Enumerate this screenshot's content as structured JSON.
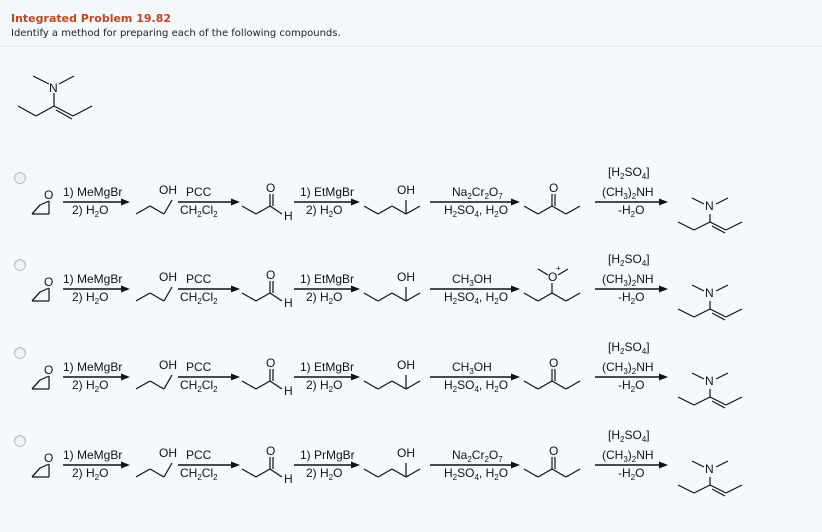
{
  "header": {
    "title": "Integrated Problem 19.82",
    "prompt": "Identify a method for preparing each of the following compounds."
  },
  "atoms": {
    "N": "N",
    "O": "O",
    "H": "H",
    "OH": "OH",
    "plus": "+"
  },
  "options": [
    {
      "step1": [
        "1) MeMgBr",
        "2) H2O"
      ],
      "step2": [
        "PCC",
        "CH2Cl2"
      ],
      "step3": [
        "1) EtMgBr",
        "2) H2O"
      ],
      "step4": [
        "Na2Cr2O7",
        "H2SO4, H2O"
      ],
      "step5": [
        "[H2SO4]",
        "(CH3)2NH",
        "-H2O"
      ],
      "intermediate": "ketone"
    },
    {
      "step1": [
        "1) MeMgBr",
        "2) H2O"
      ],
      "step2": [
        "PCC",
        "CH2Cl2"
      ],
      "step3": [
        "1) EtMgBr",
        "2) H2O"
      ],
      "step4": [
        "CH3OH",
        "H2SO4, H2O"
      ],
      "step5": [
        "[H2SO4]",
        "(CH3)2NH",
        "-H2O"
      ],
      "intermediate": "oxonium"
    },
    {
      "step1": [
        "1) MeMgBr",
        "2) H2O"
      ],
      "step2": [
        "PCC",
        "CH2Cl2"
      ],
      "step3": [
        "1) EtMgBr",
        "2) H2O"
      ],
      "step4": [
        "CH3OH",
        "H2SO4, H2O"
      ],
      "step5": [
        "[H2SO4]",
        "(CH3)2NH",
        "-H2O"
      ],
      "intermediate": "ketone"
    },
    {
      "step1": [
        "1) MeMgBr",
        "2) H2O"
      ],
      "step2": [
        "PCC",
        "CH2Cl2"
      ],
      "step3": [
        "1) PrMgBr",
        "2) H2O"
      ],
      "step4": [
        "Na2Cr2O7",
        "H2SO4, H2O"
      ],
      "step5": [
        "[H2SO4]",
        "(CH3)2NH",
        "-H2O"
      ],
      "intermediate": "ketone"
    }
  ]
}
